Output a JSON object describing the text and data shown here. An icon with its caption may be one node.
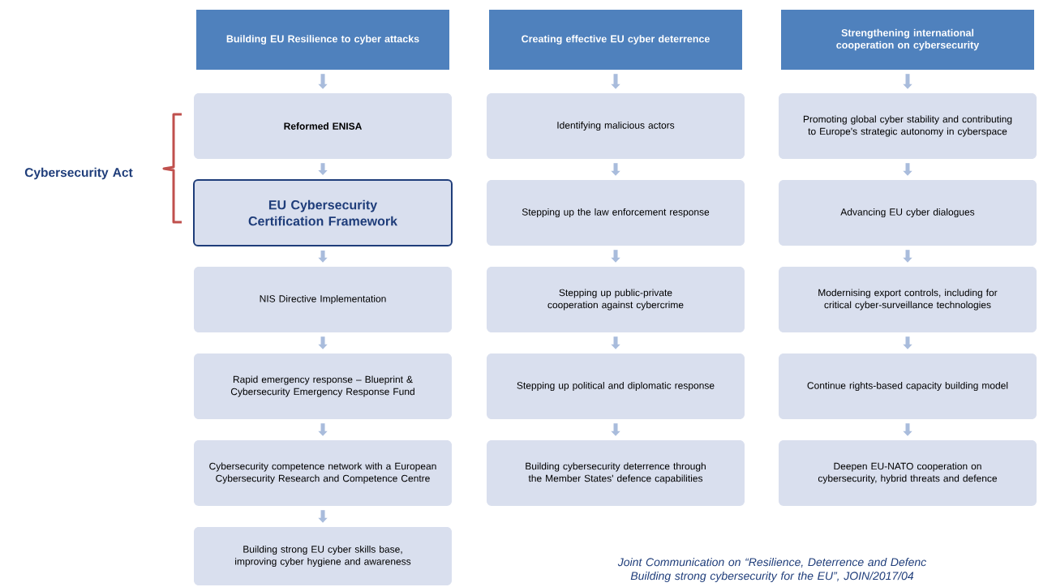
{
  "diagram": {
    "caption": "Joint Communication on “Resilience, Deterrence and Defenc Building strong cybersecurity for the EU”, JOIN/2017/04",
    "nodes": [
      {
        "text": [
          "Building EU Resilience to cyber attacks"
        ]
      },
      {
        "text": [
          "Creating effective EU cyber deterrence"
        ]
      },
      {
        "text": [
          "Strengthening international cooperation on cybersecurity"
        ]
      },
      {
        "text": [
          "Reformed ENISA"
        ]
      },
      {
        "text": [
          "EU Cybersecurity Certification Framework"
        ]
      },
      {
        "text": [
          "NIS Directive Implementation"
        ]
      },
      {
        "text": [
          "Rapid emergency response – Blueprint & Cybersecurity Emergency Response Fund"
        ]
      },
      {
        "text": [
          "Cybersecurity competence network with a European Cybersecurity Research and Competence Centre"
        ]
      },
      {
        "text": [
          "Building strong EU cyber skills base, improving cyber hygiene and awareness"
        ]
      },
      {
        "text": [
          "Identifying malicious actors"
        ]
      },
      {
        "text": [
          "Stepping up the law enforcement response"
        ]
      },
      {
        "text": [
          "Stepping up public-private cooperation against cybercrime"
        ]
      },
      {
        "text": [
          "Stepping up political and diplomatic response"
        ]
      },
      {
        "text": [
          "Building cybersecurity deterrence through the Member States' defence capabilities"
        ]
      },
      {
        "text": [
          "Promoting global cyber stability and contributing to Europe's strategic autonomy in cyberspace"
        ]
      },
      {
        "text": [
          "Advancing EU cyber dialogues"
        ]
      },
      {
        "text": [
          "Modernising export controls, including for critical cyber-surveillance technologies"
        ]
      },
      {
        "text": [
          "Continue rights-based capacity building model"
        ]
      },
      {
        "text": [
          "Deepen EU-NATO cooperation on cybersecurity, hybrid threats and defence"
        ]
      }
    ],
    "edges": [
      {
        "from": 0,
        "to": 3,
        "arrow": "to"
      },
      {
        "from": 3,
        "to": 4,
        "arrow": "to"
      },
      {
        "from": 4,
        "to": 5,
        "arrow": "to"
      },
      {
        "from": 5,
        "to": 6,
        "arrow": "to"
      },
      {
        "from": 6,
        "to": 7,
        "arrow": "to"
      },
      {
        "from": 7,
        "to": 8,
        "arrow": "to"
      },
      {
        "from": 1,
        "to": 9,
        "arrow": "to"
      },
      {
        "from": 9,
        "to": 10,
        "arrow": "to"
      },
      {
        "from": 10,
        "to": 11,
        "arrow": "to"
      },
      {
        "from": 11,
        "to": 12,
        "arrow": "to"
      },
      {
        "from": 12,
        "to": 13,
        "arrow": "to"
      },
      {
        "from": 2,
        "to": 14,
        "arrow": "to"
      },
      {
        "from": 14,
        "to": 15,
        "arrow": "to"
      },
      {
        "from": 15,
        "to": 16,
        "arrow": "to"
      },
      {
        "from": 16,
        "to": 17,
        "arrow": "to"
      },
      {
        "from": 17,
        "to": 18,
        "arrow": "to"
      }
    ],
    "labels": [
      "Cybersecurity Act"
    ]
  }
}
